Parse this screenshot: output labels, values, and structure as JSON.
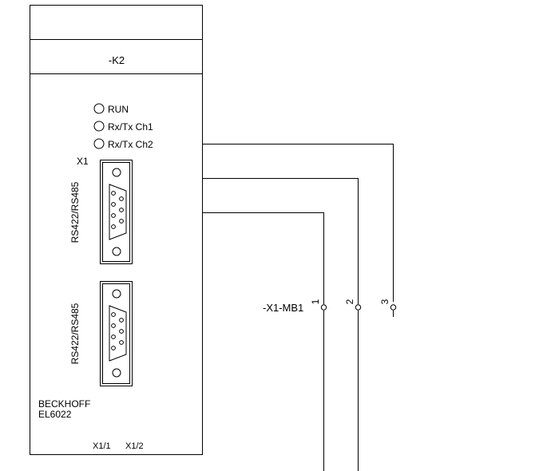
{
  "module": {
    "designation": "-K2",
    "maker": "BECKHOFF",
    "model": "EL6022",
    "connector_label": "X1",
    "port1_label": "RS422/RS485",
    "port2_label": "RS422/RS485",
    "bottom_labels": [
      "X1/1",
      "X1/2"
    ]
  },
  "leds": [
    {
      "label": "RUN"
    },
    {
      "label": "Rx/Tx Ch1"
    },
    {
      "label": "Rx/Tx Ch2"
    }
  ],
  "terminal": {
    "name": "-X1-MB1",
    "pins": [
      "1",
      "2",
      "3"
    ]
  }
}
